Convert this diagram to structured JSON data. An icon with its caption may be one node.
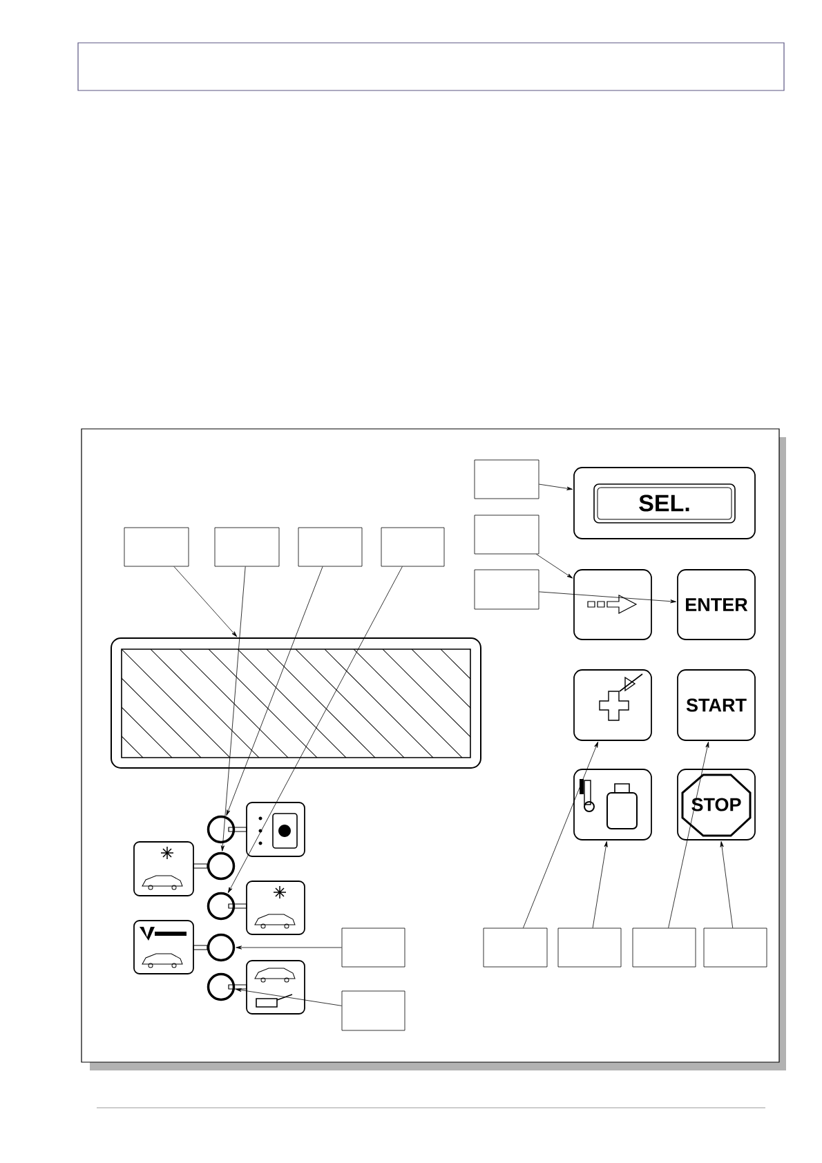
{
  "diagram": {
    "nodes": [
      {
        "text": [],
        "shape": "box"
      },
      {
        "text": [
          "SEL."
        ]
      },
      {
        "text": [],
        "shape": "box"
      },
      {
        "text": [],
        "shape": "box"
      },
      {
        "text": [],
        "shape": "box"
      },
      {
        "text": [],
        "shape": "box"
      },
      {
        "text": [],
        "shape": "box"
      },
      {
        "text": [],
        "shape": "box"
      },
      {
        "text": [],
        "shape": "box"
      },
      {
        "text": [
          "ENTER"
        ]
      },
      {
        "text": [],
        "shape": "box"
      },
      {
        "text": [],
        "shape": "box"
      },
      {
        "text": [
          "START"
        ]
      },
      {
        "text": [],
        "shape": "box"
      },
      {
        "text": [
          "STOP"
        ]
      },
      {
        "text": [],
        "shape": "circle"
      },
      {
        "text": [],
        "shape": "circle"
      },
      {
        "text": [],
        "shape": "circle"
      },
      {
        "text": [],
        "shape": "circle"
      },
      {
        "text": [],
        "shape": "box"
      },
      {
        "text": [],
        "shape": "circle"
      },
      {
        "text": [],
        "shape": "box"
      },
      {
        "text": [],
        "shape": "box"
      },
      {
        "text": [],
        "shape": "box"
      },
      {
        "text": [],
        "shape": "box"
      },
      {
        "text": [],
        "shape": "box"
      }
    ],
    "edges": [
      {
        "from": 0,
        "to": 1,
        "arrow": "to"
      },
      {
        "from": 2,
        "to": 8,
        "arrow": "to"
      },
      {
        "from": 7,
        "to": 9,
        "arrow": "to"
      },
      {
        "from": 3,
        "to": 10,
        "arrow": "to"
      },
      {
        "from": 4,
        "to": 16,
        "arrow": "to"
      },
      {
        "from": 5,
        "to": 15,
        "arrow": "to"
      },
      {
        "from": 6,
        "to": 17,
        "arrow": "to"
      },
      {
        "from": 19,
        "to": 18,
        "arrow": "to"
      },
      {
        "from": 21,
        "to": 20,
        "arrow": "to"
      },
      {
        "from": 22,
        "to": 11,
        "arrow": "to"
      },
      {
        "from": 23,
        "to": 13,
        "arrow": "to"
      },
      {
        "from": 24,
        "to": 12,
        "arrow": "to"
      },
      {
        "from": 25,
        "to": 14,
        "arrow": "to"
      }
    ]
  }
}
